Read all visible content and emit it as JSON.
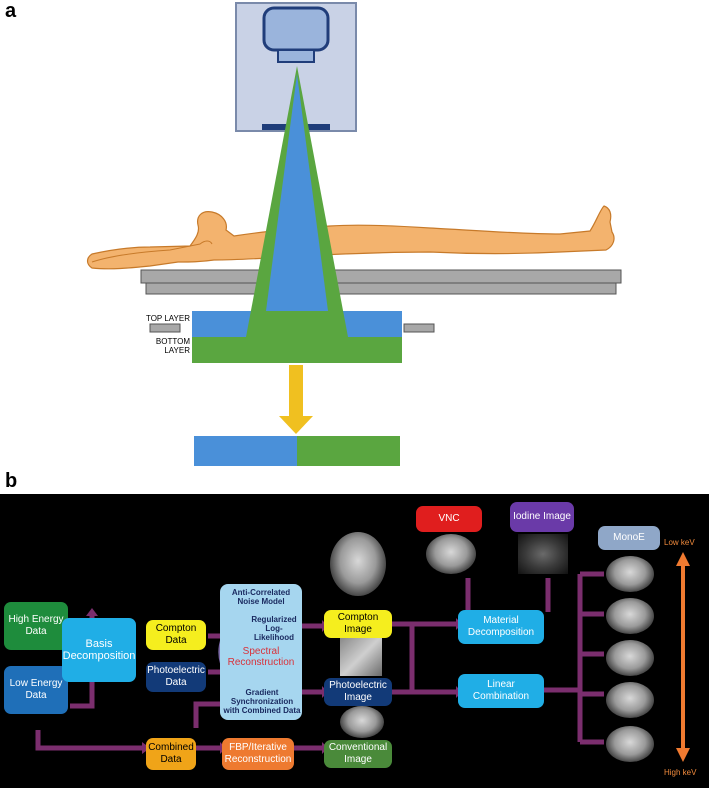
{
  "panel_a": {
    "label": "a",
    "top_layer": "TOP  LAYER",
    "bottom_layer_line1": "BOTTOM",
    "bottom_layer_line2": "LAYER"
  },
  "panel_b": {
    "label": "b",
    "high_energy": "High Energy Data",
    "low_energy": "Low Energy Data",
    "basis_decomposition": "Basis Decomposition",
    "compton_data": "Compton Data",
    "photoelectric_data": "Photoelectric Data",
    "combined_data": "Combined Data",
    "fbp": "FBP/Iterative Reconstruction",
    "conventional_image": "Conventional Image",
    "anti_correlated": "Anti-Correlated Noise Model",
    "regularized": "Regularized Log-Likelihood",
    "spectral": "Spectral Reconstruction",
    "gradient": "Gradient Synchronization with Combined Data",
    "compton_image": "Compton Image",
    "photoelectric_image": "Photoelectric Image",
    "material_decomposition": "Material Decomposition",
    "linear_combination": "Linear Combination",
    "vnc": "VNC",
    "iodine_image": "Iodine Image",
    "monoe": "MonoE",
    "low_kev": "Low keV",
    "high_kev": "High keV"
  },
  "colors": {
    "blue_beam": "#4a90d9",
    "green_beam": "#5aa640",
    "arrow": "#f0c020",
    "flow": "#7b2e6e",
    "kev_arrow": "#f07a30"
  }
}
